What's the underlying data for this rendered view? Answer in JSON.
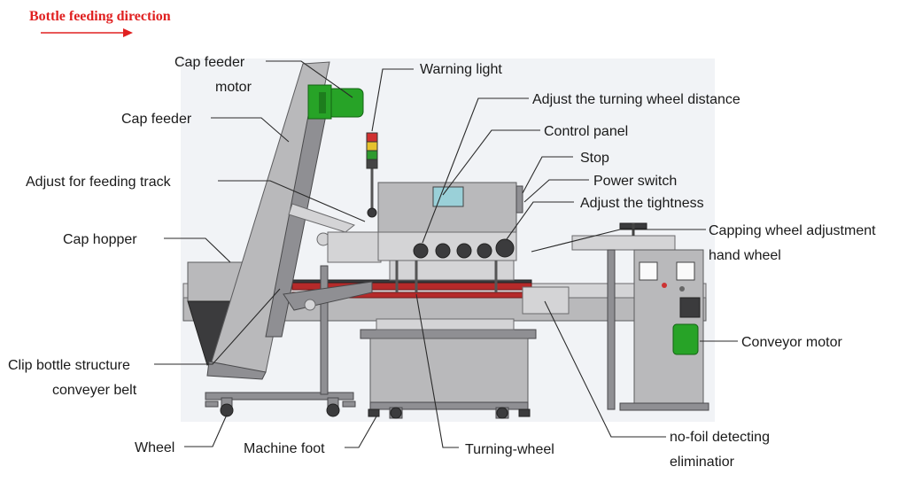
{
  "direction": {
    "text": "Bottle feeding direction",
    "color": "#e02020"
  },
  "labels": {
    "cap_feeder_motor_1": "Cap feeder",
    "cap_feeder_motor_2": "motor",
    "cap_feeder": "Cap feeder",
    "adjust_feeding_track": "Adjust  for  feeding  track",
    "cap_hopper": "Cap  hopper",
    "clip_bottle_1": "Clip bottle structure",
    "clip_bottle_2": "conveyer belt",
    "wheel": "Wheel",
    "machine_foot": "Machine foot",
    "warning_light": "Warning light",
    "adjust_turning_wheel": "Adjust the turning wheel distance",
    "control_panel": "Control panel",
    "stop": "Stop",
    "power_switch": "Power switch",
    "adjust_tightness": "Adjust the tightness",
    "capping_wheel_1": "Capping wheel adjustment",
    "capping_wheel_2": "hand wheel",
    "conveyor_motor": "Conveyor motor",
    "turning_wheel": "Turning-wheel",
    "no_foil_1": "no-foil detecting",
    "no_foil_2": "eliminatior"
  },
  "colors": {
    "motor": "#27a327",
    "leader": "#2a2a2a",
    "frame": "#b9b9bb"
  }
}
